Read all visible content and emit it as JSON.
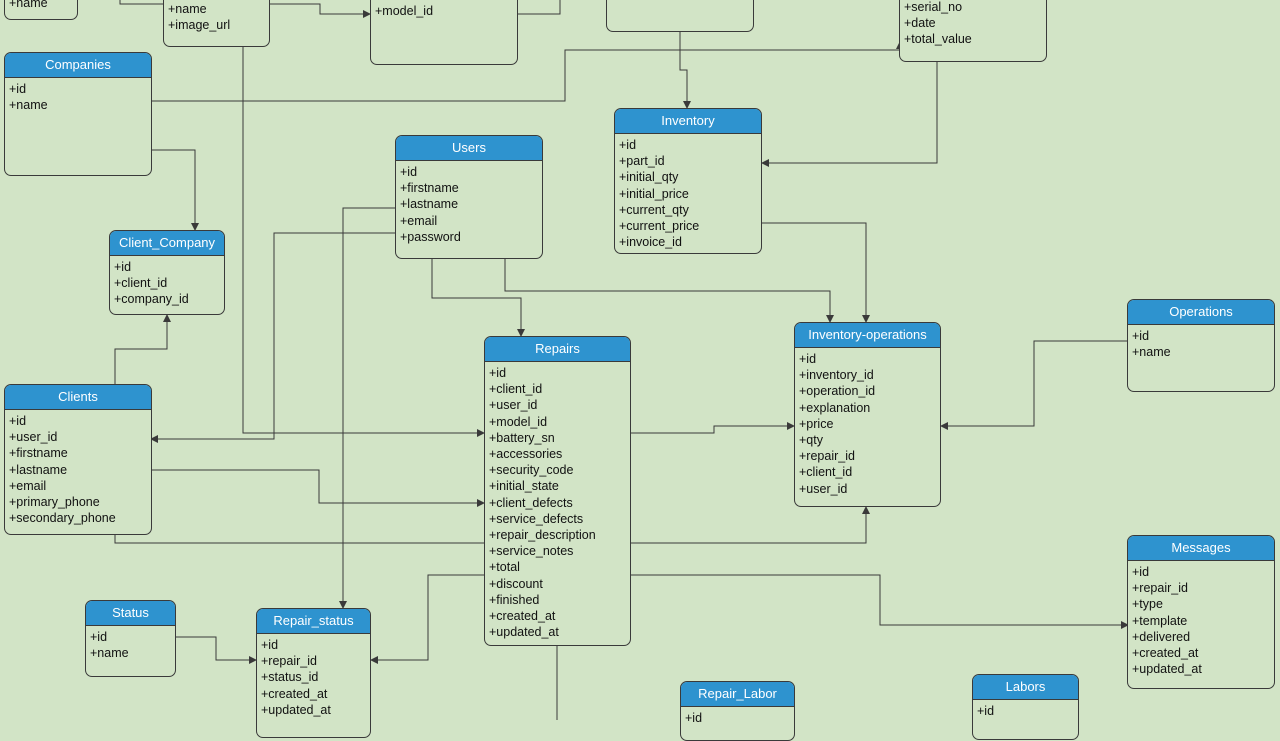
{
  "colors": {
    "background": "#d2e4c6",
    "header_fill": "#2e93cf",
    "header_text": "#ffffff",
    "border": "#3a3a3a",
    "connector": "#3a3a3a"
  },
  "entities": {
    "top_left_stub": {
      "fields": [
        "+name"
      ]
    },
    "images": {
      "fields": [
        "+name",
        "+image_url"
      ]
    },
    "top_model": {
      "fields": [
        "+model_id"
      ]
    },
    "invoices": {
      "fields": [
        "+serial_no",
        "+date",
        "+total_value"
      ]
    },
    "companies": {
      "title": "Companies",
      "fields": [
        "+id",
        "+name"
      ]
    },
    "inventory": {
      "title": "Inventory",
      "fields": [
        "+id",
        "+part_id",
        "+initial_qty",
        "+initial_price",
        "+current_qty",
        "+current_price",
        "+invoice_id"
      ]
    },
    "users": {
      "title": "Users",
      "fields": [
        "+id",
        "+firstname",
        "+lastname",
        "+email",
        "+password"
      ]
    },
    "client_company": {
      "title": "Client_Company",
      "fields": [
        "+id",
        "+client_id",
        "+company_id"
      ]
    },
    "operations": {
      "title": "Operations",
      "fields": [
        "+id",
        "+name"
      ]
    },
    "inventory_operations": {
      "title": "Inventory-operations",
      "fields": [
        "+id",
        "+inventory_id",
        "+operation_id",
        "+explanation",
        "+price",
        "+qty",
        "+repair_id",
        "+client_id",
        "+user_id"
      ]
    },
    "repairs": {
      "title": "Repairs",
      "fields": [
        "+id",
        "+client_id",
        "+user_id",
        "+model_id",
        "+battery_sn",
        "+accessories",
        "+security_code",
        "+initial_state",
        "+client_defects",
        "+service_defects",
        "+repair_description",
        "+service_notes",
        "+total",
        "+discount",
        "+finished",
        "+created_at",
        "+updated_at"
      ]
    },
    "clients": {
      "title": "Clients",
      "fields": [
        "+id",
        "+user_id",
        "+firstname",
        "+lastname",
        "+email",
        "+primary_phone",
        "+secondary_phone"
      ]
    },
    "messages": {
      "title": "Messages",
      "fields": [
        "+id",
        "+repair_id",
        "+type",
        "+template",
        "+delivered",
        "+created_at",
        "+updated_at"
      ]
    },
    "status": {
      "title": "Status",
      "fields": [
        "+id",
        "+name"
      ]
    },
    "repair_status": {
      "title": "Repair_status",
      "fields": [
        "+id",
        "+repair_id",
        "+status_id",
        "+created_at",
        "+updated_at"
      ]
    },
    "repair_labor": {
      "title": "Repair_Labor",
      "fields": [
        "+id"
      ]
    },
    "labors": {
      "title": "Labors",
      "fields": [
        "+id"
      ]
    }
  }
}
